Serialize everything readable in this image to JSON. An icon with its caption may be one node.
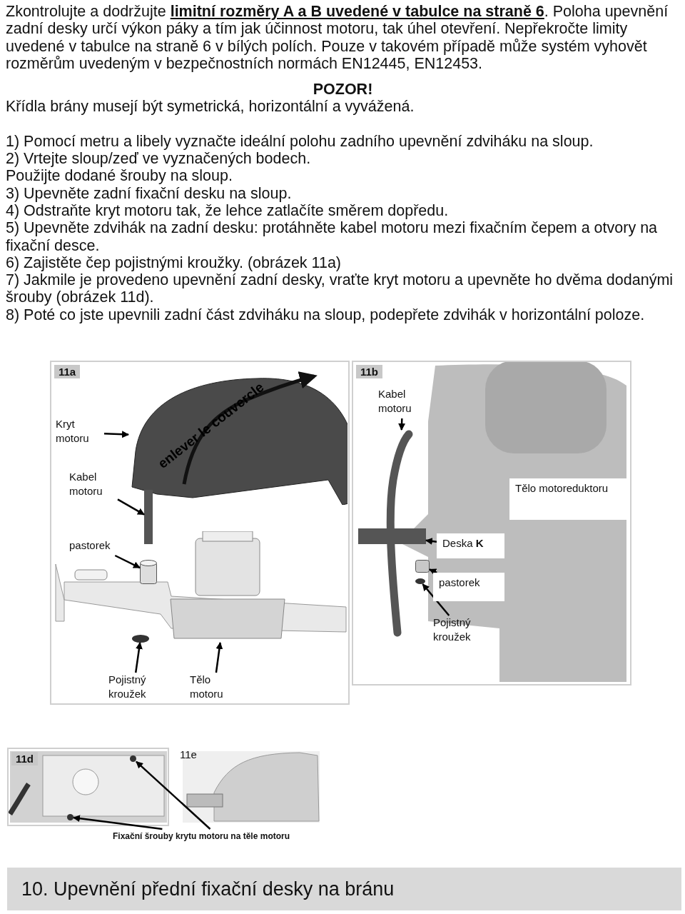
{
  "diagram": {
    "nodes": [
      {
        "text": [
          "11a"
        ]
      },
      {
        "text": [
          "Kryt motoru"
        ],
        "in": 0
      },
      {
        "text": [],
        "shape": "picture",
        "in": 0
      },
      {
        "text": [
          "Kabel motoru"
        ],
        "in": 0
      },
      {
        "text": [],
        "shape": "bar",
        "in": 0
      },
      {
        "text": [
          "pastorek"
        ],
        "in": 0
      },
      {
        "text": [],
        "shape": "cylinder",
        "in": 0
      },
      {
        "text": [
          "Pojistný kroužek"
        ],
        "in": 0
      },
      {
        "text": [],
        "shape": "circle",
        "in": 0
      },
      {
        "text": [
          "Tělo motoru"
        ],
        "in": 0
      },
      {
        "text": [],
        "shape": "picture",
        "in": 0
      },
      {
        "text": [
          "11b"
        ]
      },
      {
        "text": [
          "Kabel motoru"
        ],
        "in": 11
      },
      {
        "text": [],
        "shape": "picture",
        "in": 11
      },
      {
        "text": [
          "Tělo motoreduktoru"
        ],
        "in": 11
      },
      {
        "text": [
          "Deska **K**"
        ],
        "in": 11
      },
      {
        "text": [],
        "shape": "bar",
        "in": 11
      },
      {
        "text": [
          "pastorek"
        ],
        "in": 11
      },
      {
        "text": [],
        "shape": "box",
        "in": 11
      },
      {
        "text": [
          "Pojistný kroužek"
        ],
        "in": 11
      },
      {
        "text": [],
        "shape": "circle",
        "in": 11
      },
      {
        "text": [
          "11d"
        ]
      },
      {
        "text": [],
        "shape": "circle",
        "in": 21
      },
      {
        "text": [],
        "shape": "circle",
        "in": 21
      },
      {
        "text": [
          "11e"
        ]
      },
      {
        "text": [
          "Fixační šrouby krytu motoru na těle motoru"
        ]
      },
      {
        "text": [
          "10. Upevnění přední fixační desky na bránu"
        ]
      }
    ],
    "edges": [
      {
        "from": 1,
        "to": 2,
        "arrow": "to"
      },
      {
        "from": 3,
        "to": 4,
        "arrow": "to"
      },
      {
        "from": 5,
        "to": 6,
        "arrow": "to"
      },
      {
        "from": 7,
        "to": 8,
        "arrow": "to"
      },
      {
        "from": 9,
        "to": 10,
        "arrow": "to"
      },
      {
        "from": 12,
        "to": 13,
        "arrow": "to"
      },
      {
        "from": 15,
        "to": 16,
        "arrow": "to"
      },
      {
        "from": 17,
        "to": 18,
        "arrow": "to"
      },
      {
        "from": 19,
        "to": 20,
        "arrow": "to"
      },
      {
        "from": 25,
        "to": 22,
        "arrow": "to"
      },
      {
        "from": 25,
        "to": 23,
        "arrow": "to"
      }
    ],
    "labels": [
      "Zkontrolujte a dodržujte **limitní rozměry A a B uvedené v tabulce na straně 6**. Poloha upevnění zadní desky určí výkon páky a tím jak účinnost motoru, tak úhel otevření. Nepřekročte limity uvedené v tabulce na straně 6 v bílých polích. Pouze v takovém případě může systém vyhovět rozměrům uvedeným v bezpečnostních normách EN12445, EN12453.",
      "POZOR!",
      "Křídla brány musejí být symetrická, horizontální a vyvážená.",
      "1) Pomocí metru a libely vyznačte ideální polohu zadního upevnění zdviháku na sloup.",
      "2) Vrtejte sloup/zeď ve vyznačených bodech.",
      "Použijte dodané šrouby na sloup.",
      "3) Upevněte zadní fixační desku na sloup.",
      "4) Odstraňte kryt motoru tak, že lehce zatlačíte směrem dopředu.",
      "5) Upevněte zdvihák na zadní desku: protáhněte kabel motoru mezi fixačním čepem a otvory na fixační desce.",
      "6) Zajistěte čep pojistnými kroužky. (obrázek 11a)",
      "7) Jakmile je provedeno upevnění zadní desky, vraťte kryt motoru a upevněte ho dvěma dodanými šrouby (obrázek 11d).",
      "8) Poté co jste upevnili zadní část zdviháku na sloup, podepřete zdvihák v horizontální poloze.",
      "enlever le couvercle"
    ]
  }
}
